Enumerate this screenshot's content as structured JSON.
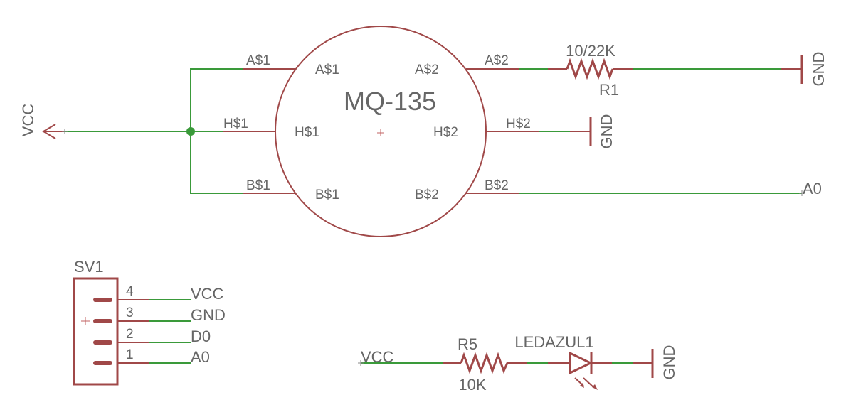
{
  "sensor": {
    "name": "MQ-135",
    "pins": {
      "a1": "A$1",
      "a2": "A$2",
      "h1": "H$1",
      "h2": "H$2",
      "b1": "B$1",
      "b2": "B$2"
    }
  },
  "r1": {
    "name": "R1",
    "value": "10/22K"
  },
  "r5": {
    "name": "R5",
    "value": "10K"
  },
  "led": {
    "name": "LEDAZUL1"
  },
  "header": {
    "name": "SV1",
    "pins": [
      "4",
      "3",
      "2",
      "1"
    ],
    "nets": [
      "VCC",
      "GND",
      "D0",
      "A0"
    ]
  },
  "nets": {
    "vcc": "VCC",
    "gnd": "GND",
    "a0": "A0"
  },
  "colors": {
    "wire": "#3a9a3a",
    "part": "#a04848",
    "text": "#666666"
  }
}
